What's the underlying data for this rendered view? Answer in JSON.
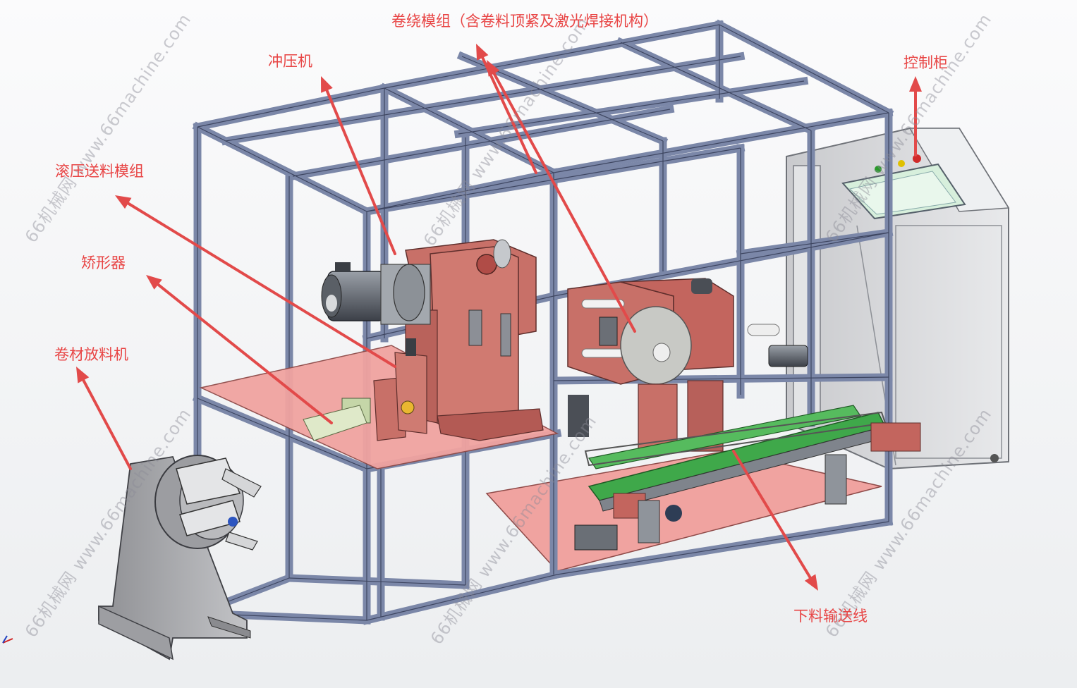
{
  "labels": {
    "winding_module": "卷绕模组（含卷料顶紧及激光焊接机构）",
    "punch_press": "冲压机",
    "control_cabinet": "控制柜",
    "roller_feed_module": "滚压送料模组",
    "straightener": "矫形器",
    "coil_uncoiler": "卷材放料机",
    "outfeed_conveyor": "下料输送线"
  },
  "watermark": "66机械网 www.66machine.com",
  "colors": {
    "label_red": "#e84545",
    "arrow_red": "#e24a4a",
    "frame_blue": "#7b87a8",
    "frame_dark": "#3e4661",
    "platform_pink": "#f0a3a0",
    "machine_red": "#c87068",
    "conveyor_green": "#3fa84a",
    "cabinet_grey": "#d9dadc",
    "uncoiler_grey": "#a9aaad"
  }
}
